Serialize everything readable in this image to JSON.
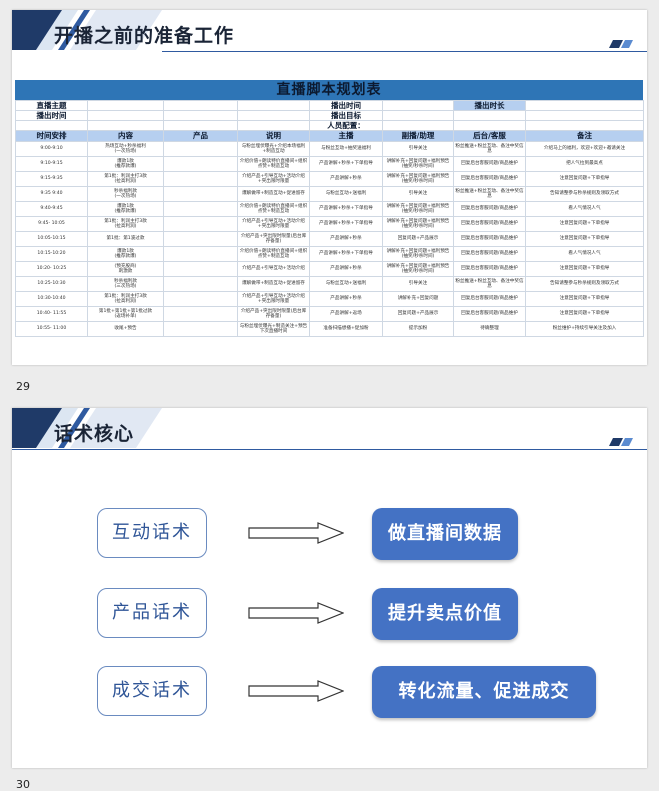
{
  "slide1": {
    "title": "开播之前的准备工作",
    "page_number": "29",
    "table_title": "直播脚本规划表",
    "info_rows": [
      [
        "直播主题",
        "",
        "",
        "",
        "播出时间",
        "",
        "播出时长",
        ""
      ],
      [
        "播出时间",
        "",
        "",
        "",
        "播出目标",
        "",
        "",
        ""
      ],
      [
        "",
        "",
        "",
        "",
        "人员配置：",
        "",
        "",
        ""
      ]
    ],
    "headers": [
      "时间安排",
      "内容",
      "产品",
      "说明",
      "主播",
      "副播/助理",
      "后台/客服",
      "备注"
    ],
    "rows": [
      [
        "9:00-9:10",
        "热场互动+秒杀福利\n(一次热场)",
        "",
        "与粉丝埋伏曝光+介绍本场福利+制造互动",
        "与粉丝互动+抽奖送福利",
        "引导关注",
        "粉丝推送+粉丝互动、备注中奖信息",
        "介绍马上的福利，欢迎+欢迎+邀请关注"
      ],
      [
        "9:10-9:15",
        "爆款1款\n(推荐款爆)",
        "",
        "介绍价值+朗读特价直播间+组织点赞+制造互动",
        "产品讲解+秒杀+下单指导",
        "讲解补充+回复问题+福利预告(抽奖/秒杀时间)",
        "回复后台客服问题/商品维护",
        "把人气拉到最高点"
      ],
      [
        "9:15-9:35",
        "第1批：利润主打3款\n(拉高利润)",
        "",
        "介绍产品+引导互动+活动介绍+突出限时限量",
        "产品讲解+秒杀",
        "讲解补充+回复问题+福利预告(抽奖/秒杀时间)",
        "回复后台客服问题/商品维护",
        "注意回复问题+下单指导"
      ],
      [
        "9:35 9:40",
        "秒杀福利款\n(一次热场)",
        "",
        "爆解做带+制造互动+促进留存",
        "与粉丝互动+送福利",
        "引导关注",
        "粉丝推送+粉丝互动、备注中奖信息",
        "告知请整参与秒杀规则及领取方式"
      ],
      [
        "9:40-9:45",
        "爆款1款\n(推荐款爆)",
        "",
        "介绍价值+朗读特价直播间+组织点赞+制造互动",
        "产品讲解+秒杀+下单指导",
        "讲解补充+回复问题+福利预告(抽奖/秒杀时间)",
        "回复后台客服问题/商品维护",
        "看人气情况人气"
      ],
      [
        "9:45- 10:05",
        "第1批：利润主打3款\n(拉高利润)",
        "",
        "介绍产品+引导互动+活动介绍+突出限时限量",
        "产品讲解+秒杀+下单指导",
        "讲解补充+回复问题+福利预告(抽奖/秒杀时间)",
        "回复后台客服问题/商品维护",
        "注意回复问题+下单指导"
      ],
      [
        "10:05-10:15",
        "第1批：第1波过款",
        "",
        "介绍产品+突出限时限量(后台库存备量)",
        "产品讲解+秒杀",
        "回复问题+产品展示",
        "回复后台客服问题/商品维护",
        "注意回复问题+下单指导"
      ],
      [
        "10:15-10:20",
        "爆款1款\n(推荐款爆)",
        "",
        "介绍价值+朗读特价直播间+组织点赞+制造互动",
        "产品讲解+秒杀+下单指导",
        "讲解补充+回复问题+福利预告(抽奖/秒杀时间)",
        "回复后台客服问题/商品维护",
        "看人气情况人气"
      ],
      [
        "10:20- 10:25",
        "(预充股商)\n刺激款",
        "",
        "介绍产品+引导互动+活动介绍",
        "产品讲解+秒杀",
        "讲解补充+回复问题+福利预告(抽奖/秒杀时间)",
        "回复后台客服问题/商品维护",
        "注意回复问题+下单指导"
      ],
      [
        "10:25-10:30",
        "秒杀福利款\n(三次热场)",
        "",
        "爆解做带+制造互动+促进留存",
        "与粉丝互动+送福利",
        "引导关注",
        "粉丝推送+粉丝互动、备注中奖信息",
        "告知请整参与秒杀规则及领取方式"
      ],
      [
        "10:30-10:40",
        "第1批：利润主打3款\n(拉高利润)",
        "",
        "介绍产品+引导互动+活动介绍+突出限时限量",
        "产品讲解+秒杀",
        "讲解补充+回复问题",
        "回复后台客服问题/商品维护",
        "注意回复问题+下单指导"
      ],
      [
        "10:40- 11:55",
        "第1批+第1批+第1批过款\n(返场补单)",
        "",
        "介绍产品+突出限时限量(后台库存备量)",
        "产品讲解+返场",
        "回复问题+产品展示",
        "回复后台客服问题/商品维护",
        "注意回复问题+下单指导"
      ],
      [
        "10:55- 11:00",
        "收尾+预告",
        "",
        "与粉丝埋伏曝光+制造关注+预告下次直播时间",
        "准备扫描想播+促加粉",
        "提示加粉",
        "待确整理",
        "粉丝维护+持续引导关注及加入"
      ]
    ]
  },
  "slide2": {
    "title": "话术核心",
    "page_number": "30",
    "items": [
      {
        "left": "互动话术",
        "right": "做直播间数据"
      },
      {
        "left": "产品话术",
        "right": "提升卖点价值"
      },
      {
        "left": "成交话术",
        "right": "转化流量、促进成交"
      }
    ]
  },
  "colors": {
    "accent": "#4472c4",
    "table_header": "#2e75b6",
    "header_light": "#b6cff0",
    "dark_navy": "#1f3a68"
  },
  "icons": [
    "header-stripes-icon",
    "right-arrow-icon"
  ]
}
